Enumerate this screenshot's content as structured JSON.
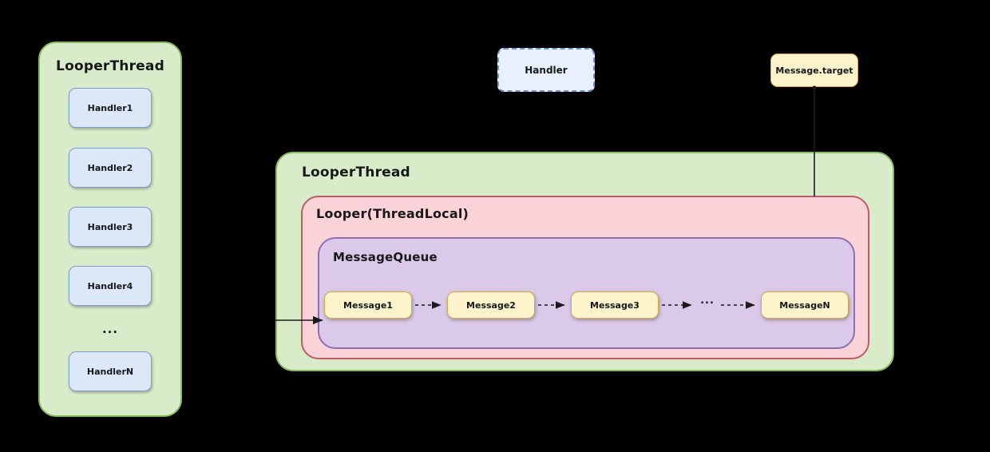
{
  "diagram": {
    "title_note": "Android Looper / Handler / MessageQueue relationship",
    "colors": {
      "thread_fill": "#d9ecc9",
      "thread_border": "#88bb63",
      "looper_fill": "#f9d3d7",
      "looper_border": "#c05a66",
      "queue_fill": "#dac9e9",
      "queue_border": "#8f6eb0",
      "handler_fill": "#dce7f8",
      "handler_border": "#7f9ed4",
      "message_fill": "#fdf4cc",
      "message_border": "#d6ab46",
      "edge_color": "#1b1b1b",
      "background": "#000000"
    }
  },
  "left_panel": {
    "title": "LooperThread",
    "handlers": [
      {
        "label": "Handler1"
      },
      {
        "label": "Handler2"
      },
      {
        "label": "Handler3"
      },
      {
        "label": "Handler4"
      }
    ],
    "ellipsis": "...",
    "last_handler": {
      "label": "HandlerN"
    }
  },
  "top_nodes": {
    "handler": {
      "label": "Handler"
    },
    "message_target": {
      "label": "Message.target"
    }
  },
  "main_panel": {
    "thread_title": "LooperThread",
    "looper_title": "Looper(ThreadLocal)",
    "queue_title": "MessageQueue",
    "messages": [
      {
        "label": "Message1"
      },
      {
        "label": "Message2"
      },
      {
        "label": "Message3"
      },
      {
        "label": "MessageN"
      }
    ],
    "queue_ellipsis": "..."
  }
}
